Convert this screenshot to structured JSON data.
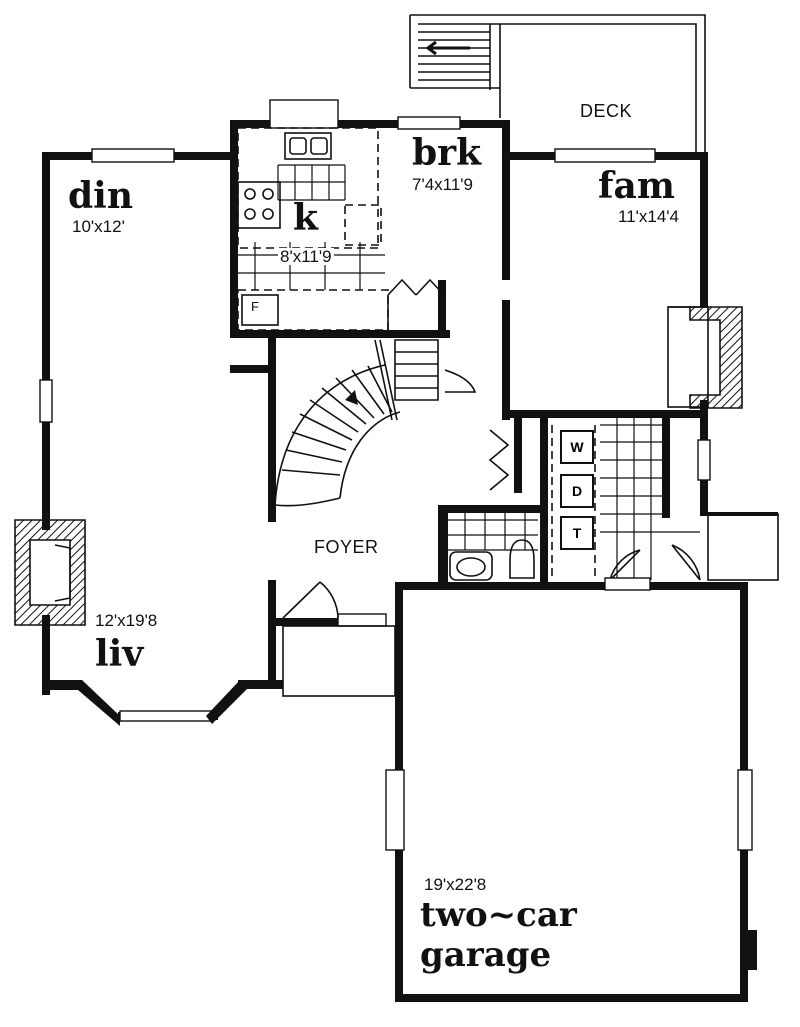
{
  "rooms": {
    "din": {
      "name": "din",
      "size": "10'x12'"
    },
    "k": {
      "name": "k",
      "size": "8'x11'9"
    },
    "brk": {
      "name": "brk",
      "size": "7'4x11'9"
    },
    "fam": {
      "name": "fam",
      "size": "11'x14'4"
    },
    "liv": {
      "name": "liv",
      "size": "12'x19'8"
    },
    "garage": {
      "name1": "two~car",
      "name2": "garage",
      "size": "19'x22'8"
    }
  },
  "labels": {
    "deck": "DECK",
    "foyer": "FOYER",
    "fridge": "F",
    "washer": "W",
    "dryer": "D",
    "tub": "T"
  }
}
